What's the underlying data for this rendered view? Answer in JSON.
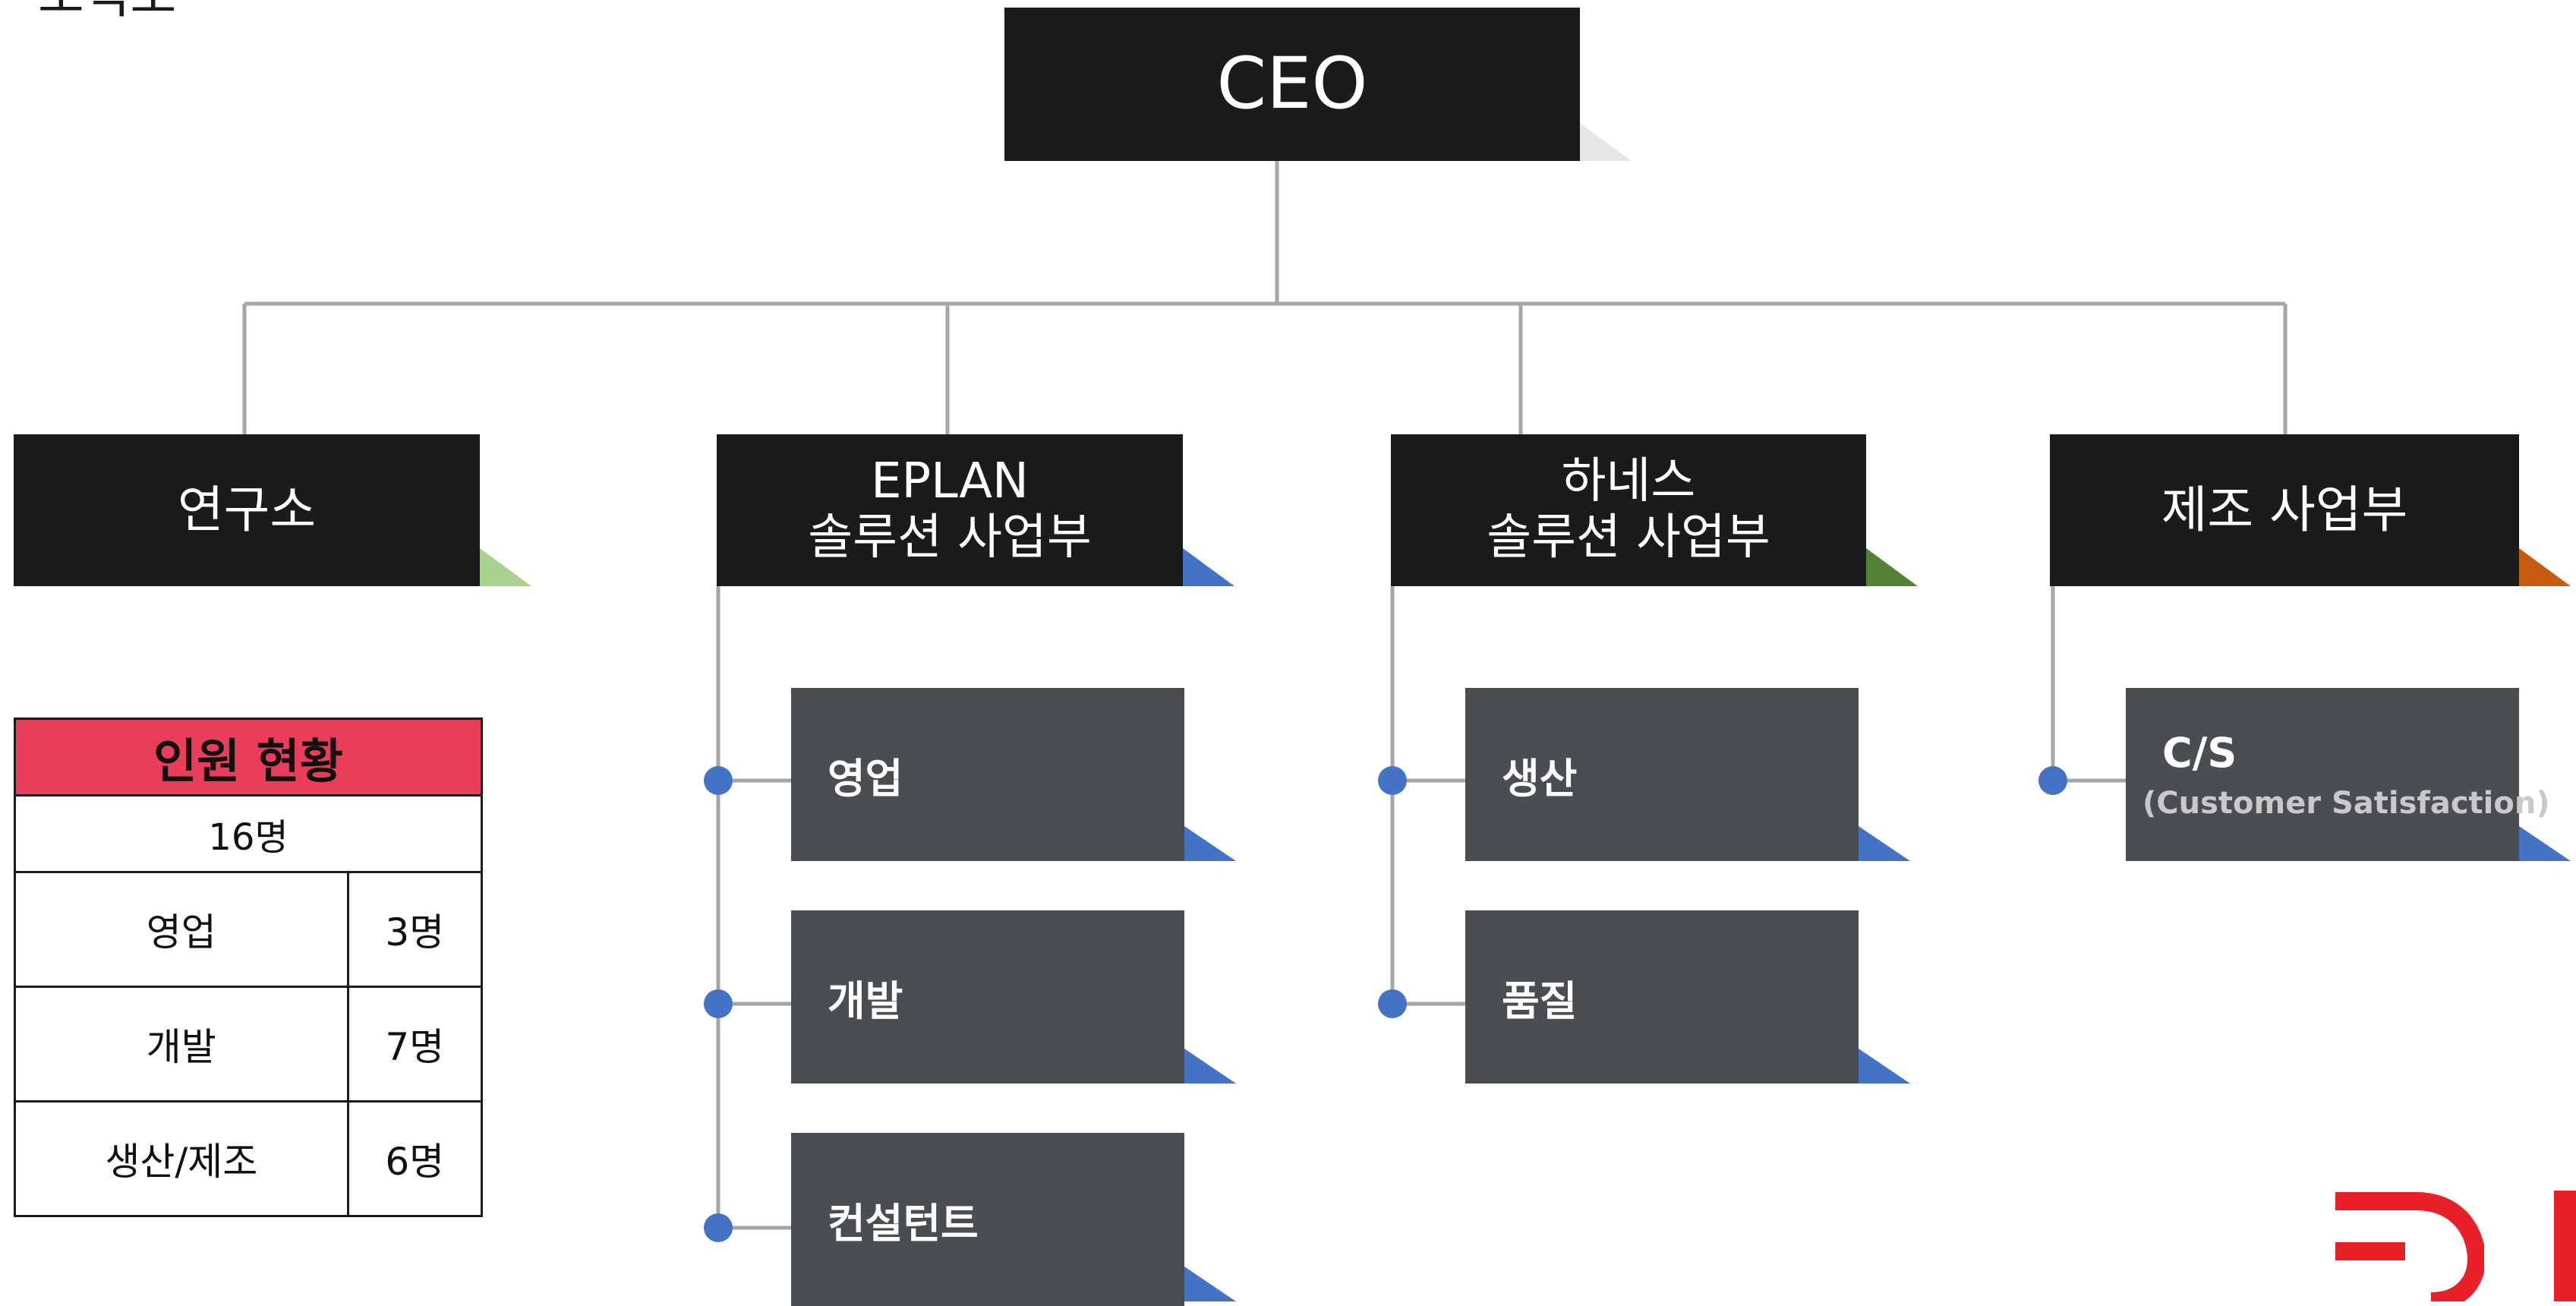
{
  "title": "조직도",
  "colors": {
    "box_dark": "#1b1b1b",
    "box_sub": "#4a4d51",
    "connector": "#a6a6a6",
    "dot": "#4472c4",
    "fold_blue": "#4472c4",
    "fold_light_green": "#a9d18e",
    "fold_green": "#548235",
    "fold_orange": "#c55a11",
    "table_header": "#e83e5a",
    "logo_red": "#e8202a"
  },
  "ceo": {
    "label": "CEO"
  },
  "divisions": [
    {
      "id": "lab",
      "lines": [
        "연구소"
      ],
      "fold_color": "light-green"
    },
    {
      "id": "eplan",
      "lines": [
        "EPLAN",
        "솔루션 사업부"
      ],
      "fold_color": "blue",
      "teams": [
        {
          "label": "영업"
        },
        {
          "label": "개발"
        },
        {
          "label": "컨설턴트"
        }
      ]
    },
    {
      "id": "harness",
      "lines": [
        "하네스",
        "솔루션 사업부"
      ],
      "fold_color": "green",
      "teams": [
        {
          "label": "생산"
        },
        {
          "label": "품질"
        }
      ]
    },
    {
      "id": "mfg",
      "lines": [
        "제조 사업부"
      ],
      "fold_color": "orange",
      "teams": [
        {
          "label": "C/S",
          "sublabel": "(Customer Satisfaction)"
        }
      ]
    }
  ],
  "staff_table": {
    "title": "인원 현황",
    "total": "16명",
    "rows": [
      {
        "dept": "영업",
        "count": "3명"
      },
      {
        "dept": "개발",
        "count": "7명"
      },
      {
        "dept": "생산/제조",
        "count": "6명"
      }
    ]
  }
}
